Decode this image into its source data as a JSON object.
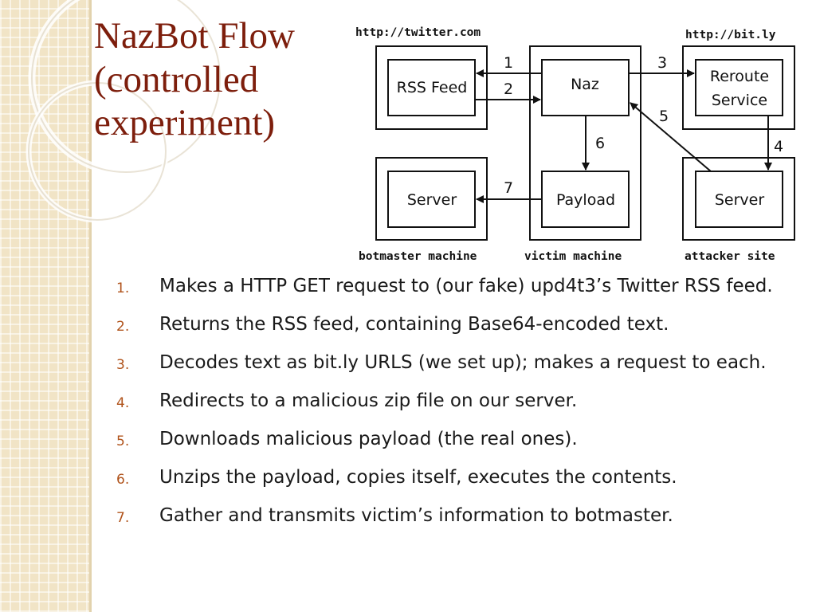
{
  "slide": {
    "title_lines": [
      "NazBot Flow",
      "(controlled",
      "experiment)"
    ]
  },
  "diagram": {
    "urls": {
      "left": "http://twitter.com",
      "right": "http://bit.ly"
    },
    "machines": {
      "botmaster": "botmaster machine",
      "victim": "victim machine",
      "attacker": "attacker site"
    },
    "boxes": {
      "rss_feed": "RSS Feed",
      "naz": "Naz",
      "reroute_line1": "Reroute",
      "reroute_line2": "Service",
      "server_left": "Server",
      "payload": "Payload",
      "server_right": "Server"
    },
    "arrow_numbers": [
      "1",
      "2",
      "3",
      "4",
      "5",
      "6",
      "7"
    ]
  },
  "steps": [
    {
      "num": "1.",
      "text": "Makes a HTTP GET request to (our fake) upd4t3’s Twitter RSS feed."
    },
    {
      "num": "2.",
      "text": "Returns the RSS feed, containing Base64-encoded text."
    },
    {
      "num": "3.",
      "text": "Decodes text as bit.ly URLS (we set up); makes a request to each."
    },
    {
      "num": "4.",
      "text": "Redirects to a malicious zip file on our server."
    },
    {
      "num": "5.",
      "text": "Downloads malicious payload (the real ones)."
    },
    {
      "num": "6.",
      "text": "Unzips the payload, copies itself, executes the contents."
    },
    {
      "num": "7.",
      "text": "Gather and transmits victim’s information to botmaster."
    }
  ],
  "colors": {
    "title": "#7d1e0c",
    "number": "#b0531b",
    "sidebar": "#f1e4c6"
  }
}
